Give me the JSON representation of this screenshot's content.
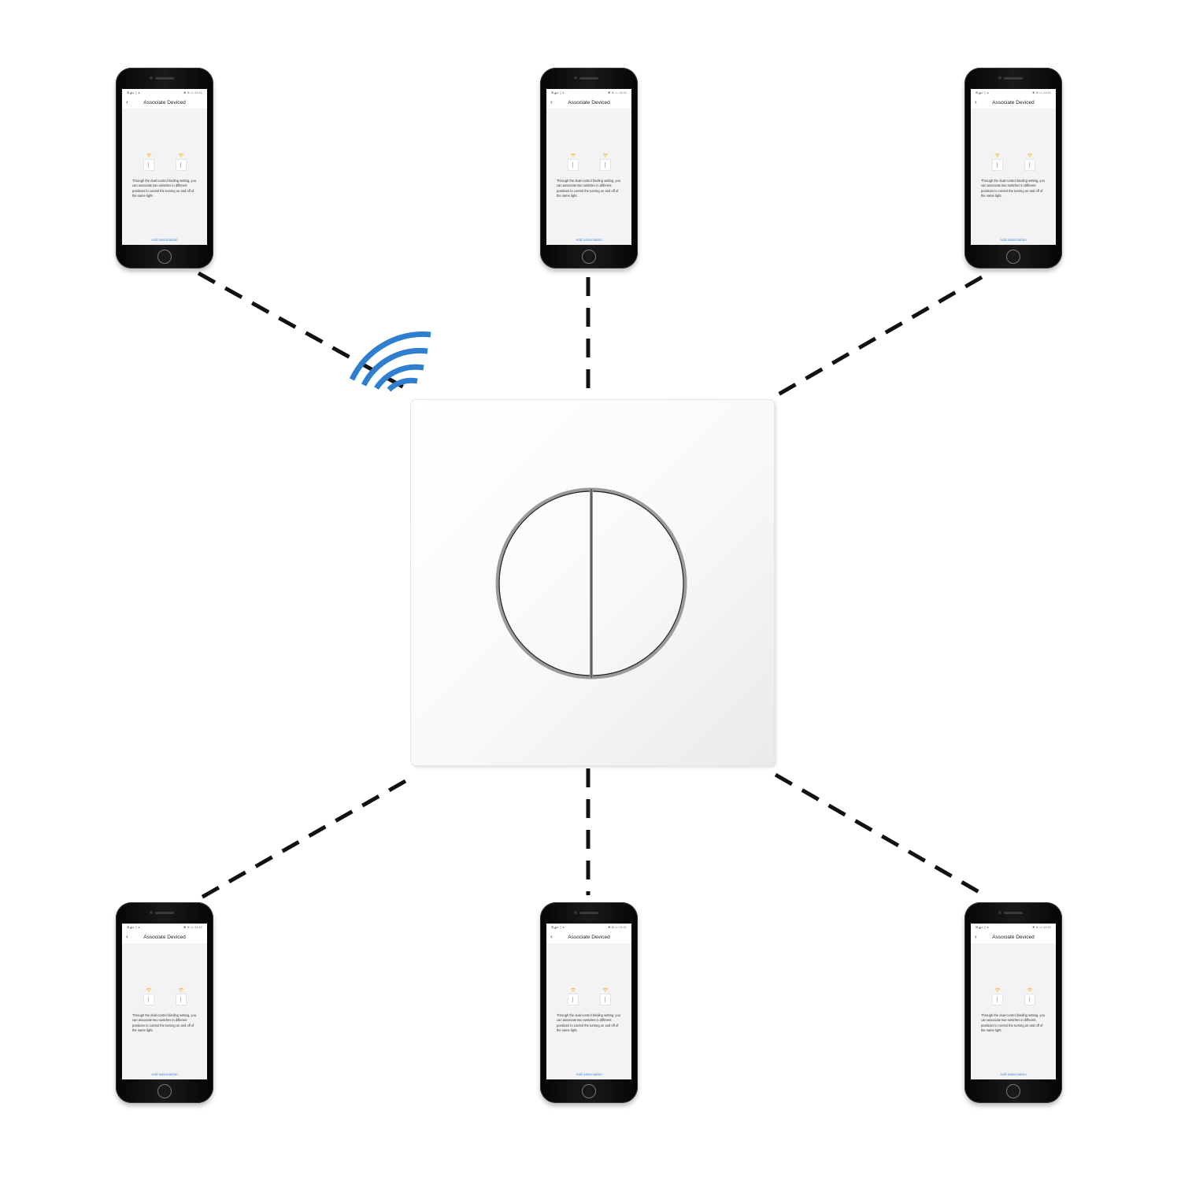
{
  "phone_screen": {
    "status_left": "⊠◢⊿ ▯ ●",
    "status_right": "✱ ⊗ ▭ 14:51",
    "title": "Associate Deviced",
    "description": "Through the dual-control binding setting, you can associate two switches in different positions to control the turning on and off of the same light.",
    "action_link": "Add association",
    "back_icon": "chevron-left-icon",
    "wifi_icon_color": "#f5b83d"
  },
  "colors": {
    "wireless_signal": "#2f7fd1",
    "dashes": "#111111",
    "link": "#4a8fe0"
  }
}
